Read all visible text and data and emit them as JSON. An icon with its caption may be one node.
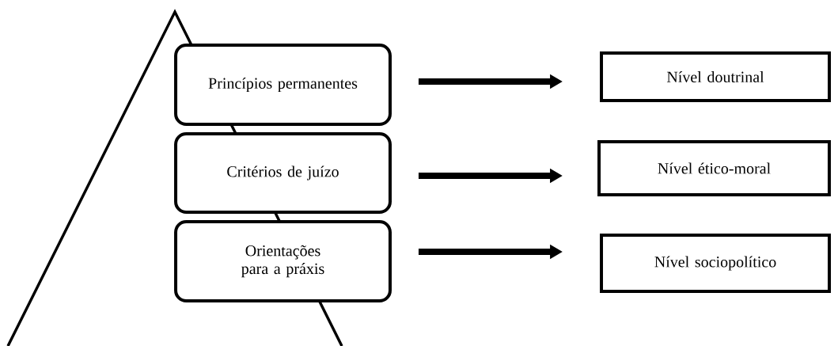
{
  "diagram": {
    "nodes": [
      {
        "text": [
          "Princípios permanentes"
        ]
      },
      {
        "text": [
          "Critérios de juízo"
        ]
      },
      {
        "text": [
          "Orientações para a práxis"
        ]
      },
      {
        "text": [
          "Nível doutrinal"
        ]
      },
      {
        "text": [
          "Nível ético-moral"
        ]
      },
      {
        "text": [
          "Nível sociopolítico"
        ]
      }
    ],
    "edges": [
      {
        "from": 0,
        "to": 3,
        "arrow": "to"
      },
      {
        "from": 1,
        "to": 4,
        "arrow": "to"
      },
      {
        "from": 2,
        "to": 5,
        "arrow": "to"
      }
    ]
  }
}
